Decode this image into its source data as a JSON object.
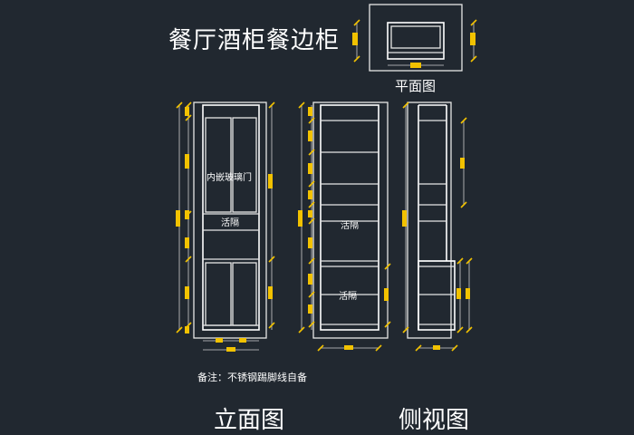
{
  "title": "餐厅酒柜餐边柜",
  "views": {
    "plan": "平面图",
    "elevation": "立面图",
    "side": "侧视图"
  },
  "note": "备注：不锈钢踢脚线自备",
  "labels": {
    "glass_door": "内嵌玻璃门",
    "shelf_upper": "活隔",
    "shelf_middle": "活隔",
    "shelf_lower": "活隔"
  },
  "colors": {
    "background": "#212830",
    "lines": "#e6e6e6",
    "dimension_text": "#f2c200"
  }
}
